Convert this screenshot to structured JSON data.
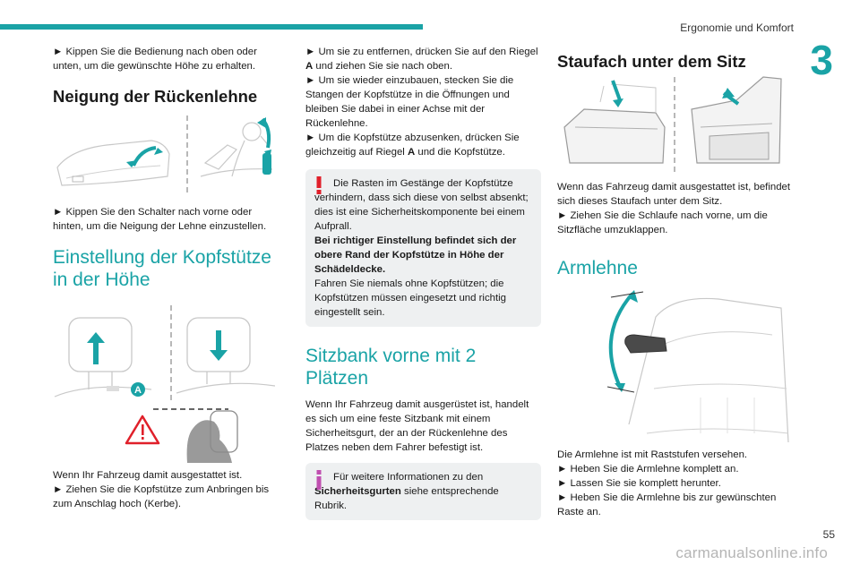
{
  "header": {
    "section_title": "Ergonomie und Komfort",
    "chapter_number": "3"
  },
  "footer": {
    "page_number": "55",
    "watermark": "carmanualsonline.info"
  },
  "colors": {
    "accent": "#1aa3a6",
    "warning": "#e0202a",
    "info": "#c04fb0",
    "box_bg": "#eef0f1"
  },
  "col1": {
    "intro": "► Kippen Sie die Bedienung nach oben oder unten, um die gewünschte Höhe zu erhalten.",
    "h_backrest": "Neigung der Rückenlehne",
    "backrest_text": "► Kippen Sie den Schalter nach vorne oder hinten, um die Neigung der Lehne einzustellen.",
    "h_headrest": "Einstellung der Kopfstütze in der Höhe",
    "headrest_label_a": "A",
    "headrest_text_1": "Wenn Ihr Fahrzeug damit ausgestattet ist.",
    "headrest_text_2": "► Ziehen Sie die Kopfstütze zum Anbringen bis zum Anschlag hoch (Kerbe)."
  },
  "col2": {
    "remove_1_pre": "► Um sie zu entfernen, drücken Sie auf den Riegel ",
    "remove_1_bold": "A",
    "remove_1_post": " und ziehen Sie sie nach oben.",
    "reinstall": "► Um sie wieder einzubauen, stecken Sie die Stangen der Kopfstütze in die Öffnungen und bleiben Sie dabei in einer Achse mit der Rückenlehne.",
    "lower_pre": "► Um die Kopfstütze abzusenken, drücken Sie gleichzeitig auf Riegel ",
    "lower_bold": "A",
    "lower_post": " und die Kopfstütze.",
    "warning_1": "Die Rasten im Gestänge der Kopfstütze verhindern, dass sich diese von selbst absenkt; dies ist eine Sicherheitskomponente bei einem Aufprall.",
    "warning_bold": "Bei richtiger Einstellung befindet sich der obere Rand der Kopfstütze in Höhe der Schädeldecke.",
    "warning_2": "Fahren Sie niemals ohne Kopfstützen; die Kopfstützen müssen eingesetzt und richtig eingestellt sein.",
    "h_bench": "Sitzbank vorne mit 2 Plätzen",
    "bench_text": "Wenn Ihr Fahrzeug damit ausgerüstet ist, handelt es sich um eine feste Sitzbank mit einem Sicherheitsgurt, der an der Rückenlehne des Platzes neben dem Fahrer befestigt ist.",
    "info_pre": "Für weitere Informationen zu den ",
    "info_bold": "Sicherheitsgurten",
    "info_post": " siehe entsprechende Rubrik."
  },
  "col3": {
    "h_storage": "Staufach unter dem Sitz",
    "storage_text_1": "Wenn das Fahrzeug damit ausgestattet ist, befindet sich dieses Staufach unter dem Sitz.",
    "storage_text_2": "► Ziehen Sie die Schlaufe nach vorne, um die Sitzfläche umzuklappen.",
    "h_armrest": "Armlehne",
    "armrest_text_1": "Die Armlehne ist mit Raststufen versehen.",
    "armrest_text_2": "► Heben Sie die Armlehne komplett an.",
    "armrest_text_3": "► Lassen Sie sie komplett herunter.",
    "armrest_text_4": "► Heben Sie die Armlehne bis zur gewünschten Raste an."
  }
}
